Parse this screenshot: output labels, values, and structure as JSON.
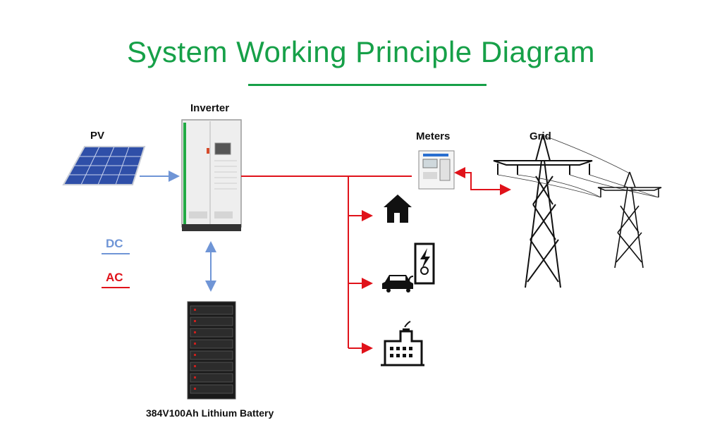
{
  "title": "System Working Principle Diagram",
  "colors": {
    "title": "#16a048",
    "dc": "#6f95d6",
    "ac": "#e0121a",
    "icon": "#111111"
  },
  "nodes": {
    "pv": "PV",
    "inverter": "Inverter",
    "meters": "Meters",
    "grid": "Grid",
    "battery": "384V100Ah Lithium Battery"
  },
  "legend": {
    "dc": "DC",
    "ac": "AC"
  },
  "loads": [
    {
      "icon": "house-icon"
    },
    {
      "icon": "ev-charger-icon"
    },
    {
      "icon": "factory-icon"
    }
  ]
}
